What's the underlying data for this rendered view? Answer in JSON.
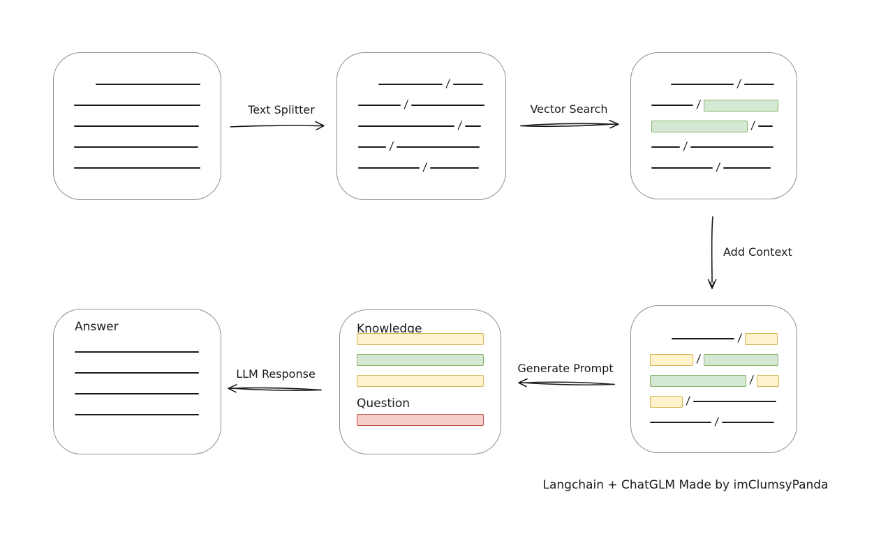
{
  "caption": "Langchain + ChatGLM Made by imClumsyPanda",
  "colors": {
    "line": "#1a1a1a",
    "box_border": "#8c8c8c",
    "green_fill": "#d5e8d4",
    "green_border": "#82b366",
    "yellow_fill": "#fff2cc",
    "yellow_border": "#d6b656",
    "red_fill": "#f8cecc",
    "red_border": "#b85450"
  },
  "labels": {
    "text_splitter": "Text Splitter",
    "vector_search": "Vector Search",
    "add_context": "Add Context",
    "generate_prompt": "Generate Prompt",
    "llm_response": "LLM Response"
  },
  "boxes": {
    "document": {
      "rows": [
        {
          "indent": 31,
          "segs": [
            {
              "kind": "line",
              "w": 150
            }
          ]
        },
        {
          "segs": [
            {
              "kind": "line",
              "w": 181
            }
          ]
        },
        {
          "segs": [
            {
              "kind": "line",
              "w": 179
            }
          ]
        },
        {
          "segs": [
            {
              "kind": "line",
              "w": 178
            }
          ]
        },
        {
          "segs": [
            {
              "kind": "line",
              "w": 181
            }
          ]
        }
      ]
    },
    "split_text": {
      "rows": [
        {
          "indent": 29,
          "segs": [
            {
              "kind": "line",
              "w": 92
            },
            {
              "kind": "line",
              "w": 43
            }
          ]
        },
        {
          "segs": [
            {
              "kind": "line",
              "w": 61
            },
            {
              "kind": "line",
              "w": 105
            }
          ]
        },
        {
          "segs": [
            {
              "kind": "line",
              "w": 138
            },
            {
              "kind": "line",
              "w": 23
            }
          ]
        },
        {
          "segs": [
            {
              "kind": "line",
              "w": 40
            },
            {
              "kind": "line",
              "w": 119
            }
          ]
        },
        {
          "segs": [
            {
              "kind": "line",
              "w": 88
            },
            {
              "kind": "line",
              "w": 70
            }
          ]
        }
      ]
    },
    "vector_matches": {
      "rows": [
        {
          "indent": 28,
          "segs": [
            {
              "kind": "line",
              "w": 90
            },
            {
              "kind": "line",
              "w": 43
            }
          ]
        },
        {
          "segs": [
            {
              "kind": "line",
              "w": 60
            },
            {
              "kind": "green",
              "w": 107
            }
          ]
        },
        {
          "segs": [
            {
              "kind": "green",
              "w": 138
            },
            {
              "kind": "line",
              "w": 21
            }
          ]
        },
        {
          "segs": [
            {
              "kind": "line",
              "w": 41
            },
            {
              "kind": "line",
              "w": 119
            }
          ]
        },
        {
          "segs": [
            {
              "kind": "line",
              "w": 88
            },
            {
              "kind": "line",
              "w": 68
            }
          ]
        }
      ]
    },
    "context_selection": {
      "rows": [
        {
          "indent": 31,
          "segs": [
            {
              "kind": "line",
              "w": 90
            },
            {
              "kind": "yellow",
              "w": 47
            }
          ]
        },
        {
          "segs": [
            {
              "kind": "yellow",
              "w": 62
            },
            {
              "kind": "green",
              "w": 107
            }
          ]
        },
        {
          "segs": [
            {
              "kind": "green",
              "w": 138
            },
            {
              "kind": "yellow",
              "w": 32
            }
          ]
        },
        {
          "segs": [
            {
              "kind": "yellow",
              "w": 47
            },
            {
              "kind": "line",
              "w": 119
            }
          ]
        },
        {
          "segs": [
            {
              "kind": "line",
              "w": 88
            },
            {
              "kind": "line",
              "w": 75
            }
          ]
        }
      ]
    },
    "prompt": {
      "knowledge_heading": "Knowledge",
      "question_heading": "Question",
      "knowledge_rows": [
        {
          "segs": [
            {
              "kind": "yellow",
              "w": 182
            }
          ]
        },
        {
          "segs": [
            {
              "kind": "green",
              "w": 182
            }
          ]
        },
        {
          "segs": [
            {
              "kind": "yellow",
              "w": 182
            }
          ]
        }
      ],
      "question_rows": [
        {
          "segs": [
            {
              "kind": "red",
              "w": 182
            }
          ]
        }
      ]
    },
    "answer": {
      "heading": "Answer",
      "rows": [
        {
          "segs": [
            {
              "kind": "line",
              "w": 178
            }
          ]
        },
        {
          "segs": [
            {
              "kind": "line",
              "w": 178
            }
          ]
        },
        {
          "segs": [
            {
              "kind": "line",
              "w": 178
            }
          ]
        },
        {
          "segs": [
            {
              "kind": "line",
              "w": 178
            }
          ]
        }
      ]
    }
  }
}
